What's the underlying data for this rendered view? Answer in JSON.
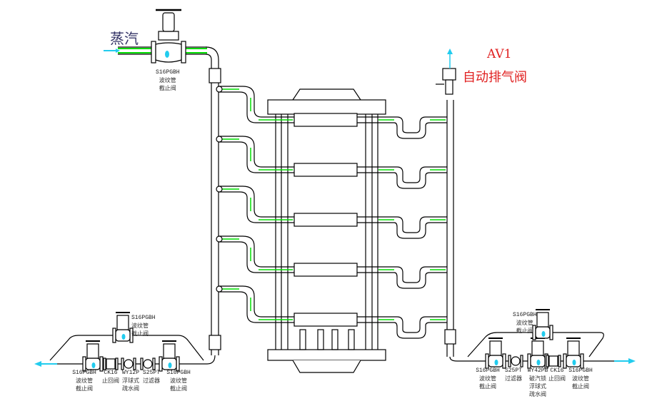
{
  "title_steam": "蒸汽",
  "air_vent": {
    "code": "AV1",
    "name": "自动排气阀"
  },
  "colors": {
    "pipe_highlight": "#00dd00",
    "flow_arrow": "#22ccee",
    "air_vent_text": "#e02020",
    "steam_text": "#333366"
  },
  "inlet_valve": {
    "code": "S16PGBH",
    "line1": "波纹管",
    "line2": "截止阀"
  },
  "left_group": [
    {
      "code": "S16PGBH",
      "line1": "波纹管",
      "line2": "截止阀"
    },
    {
      "code": "CK16",
      "line1": "止回阀",
      "line2": ""
    },
    {
      "code": "WY12P",
      "line1": "浮球式",
      "line2": "疏水阀"
    },
    {
      "code": "S25PT",
      "line1": "过滤器",
      "line2": ""
    },
    {
      "code": "S16PGBH",
      "line1": "波纹管",
      "line2": "截止阀"
    }
  ],
  "left_bypass": {
    "code": "S16PGBH",
    "line1": "波纹管",
    "line2": "截止阀"
  },
  "right_group": [
    {
      "code": "S16PGBH",
      "line1": "波纹管",
      "line2": "截止阀"
    },
    {
      "code": "S25PT",
      "line1": "过滤器",
      "line2": ""
    },
    {
      "code": "WY42PB",
      "line1": "破汽锁",
      "line2": "浮球式",
      "line3": "疏水阀"
    },
    {
      "code": "CK16",
      "line1": "止回阀",
      "line2": ""
    },
    {
      "code": "S16PGBH",
      "line1": "波纹管",
      "line2": "截止阀"
    }
  ],
  "right_bypass": {
    "code": "S16PGBH",
    "line1": "波纹管",
    "line2": "截止阀"
  }
}
